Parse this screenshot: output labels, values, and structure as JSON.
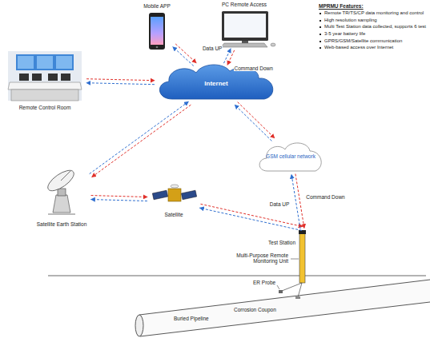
{
  "diagram": {
    "nodes": [
      {
        "text": [
          "Mobile APP"
        ]
      },
      {
        "text": [
          "PC Remote Access"
        ]
      },
      {
        "text": [
          "Remote Control Room"
        ]
      },
      {
        "text": [
          "Internet"
        ]
      },
      {
        "text": [
          "GSM cellular network"
        ]
      },
      {
        "text": [
          "Satellite Earth Station"
        ]
      },
      {
        "text": [
          "Satellite"
        ]
      },
      {
        "text": [
          "Test Station"
        ]
      }
    ],
    "edges": [
      {
        "from": 2,
        "to": 3,
        "arrow": "to"
      },
      {
        "from": 3,
        "to": 2,
        "arrow": "to"
      },
      {
        "from": 0,
        "to": 3,
        "arrow": "to"
      },
      {
        "from": 3,
        "to": 0,
        "arrow": "to"
      },
      {
        "from": 1,
        "to": 3,
        "label": "Command Down",
        "arrow": "to"
      },
      {
        "from": 3,
        "to": 1,
        "label": "Data UP",
        "arrow": "to"
      },
      {
        "from": 3,
        "to": 5,
        "arrow": "to"
      },
      {
        "from": 5,
        "to": 3,
        "arrow": "to"
      },
      {
        "from": 3,
        "to": 4,
        "arrow": "to"
      },
      {
        "from": 4,
        "to": 3,
        "arrow": "to"
      },
      {
        "from": 5,
        "to": 6,
        "arrow": "to"
      },
      {
        "from": 6,
        "to": 5,
        "arrow": "to"
      },
      {
        "from": 6,
        "to": 7,
        "arrow": "to"
      },
      {
        "from": 7,
        "to": 6,
        "arrow": "to"
      },
      {
        "from": 4,
        "to": 7,
        "label": "Command Down",
        "arrow": "to"
      },
      {
        "from": 7,
        "to": 4,
        "label": "Data UP",
        "arrow": "to"
      }
    ],
    "labels": [
      "MPRMU Features:",
      "Remote TR/TS/CP data monitoring and control",
      "High resolution sampling",
      "Multi Test Station data collected, supports 6 test",
      "3-5 year battery life",
      "GPRS/GSM/Satellite communication",
      "Web-based access over Internet",
      "Multi-Purpose Remote Monitoring Unit",
      "ER Probe",
      "Buried Pipeline",
      "Corrosion Coupon"
    ]
  }
}
